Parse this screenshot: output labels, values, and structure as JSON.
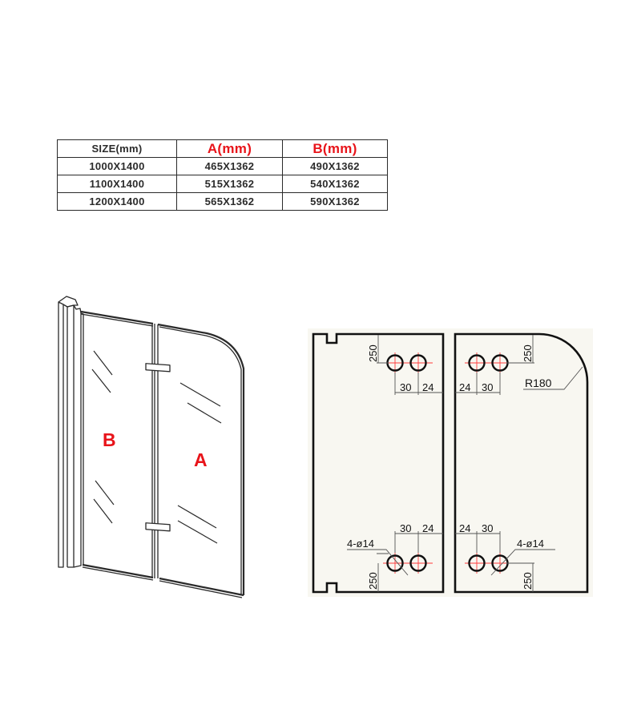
{
  "size_table": {
    "headers": [
      "SIZE(mm)",
      "A(mm)",
      "B(mm)"
    ],
    "header_colors": [
      "#2b2b2b",
      "#e8141a",
      "#e8141a"
    ],
    "rows": [
      [
        "1000X1400",
        "465X1362",
        "490X1362"
      ],
      [
        "1100X1400",
        "515X1362",
        "540X1362"
      ],
      [
        "1200X1400",
        "565X1362",
        "590X1362"
      ]
    ]
  },
  "screen_drawing": {
    "panel_labels": {
      "left": "B",
      "right": "A"
    },
    "label_color": "#e8141a"
  },
  "technical_drawing": {
    "left_panel": {
      "top_dims": {
        "vertical": "250",
        "spacing": "30",
        "edge": "24"
      },
      "bottom_dims": {
        "vertical": "250",
        "spacing": "30",
        "edge": "24",
        "holes": "4-ø14"
      }
    },
    "right_panel": {
      "top_dims": {
        "vertical": "250",
        "spacing": "30",
        "edge": "24",
        "radius": "R180"
      },
      "bottom_dims": {
        "vertical": "250",
        "spacing": "30",
        "edge": "24",
        "holes": "4-ø14"
      }
    },
    "background": "#f8f7f1",
    "crosshair_color": "#ff3b3b"
  }
}
